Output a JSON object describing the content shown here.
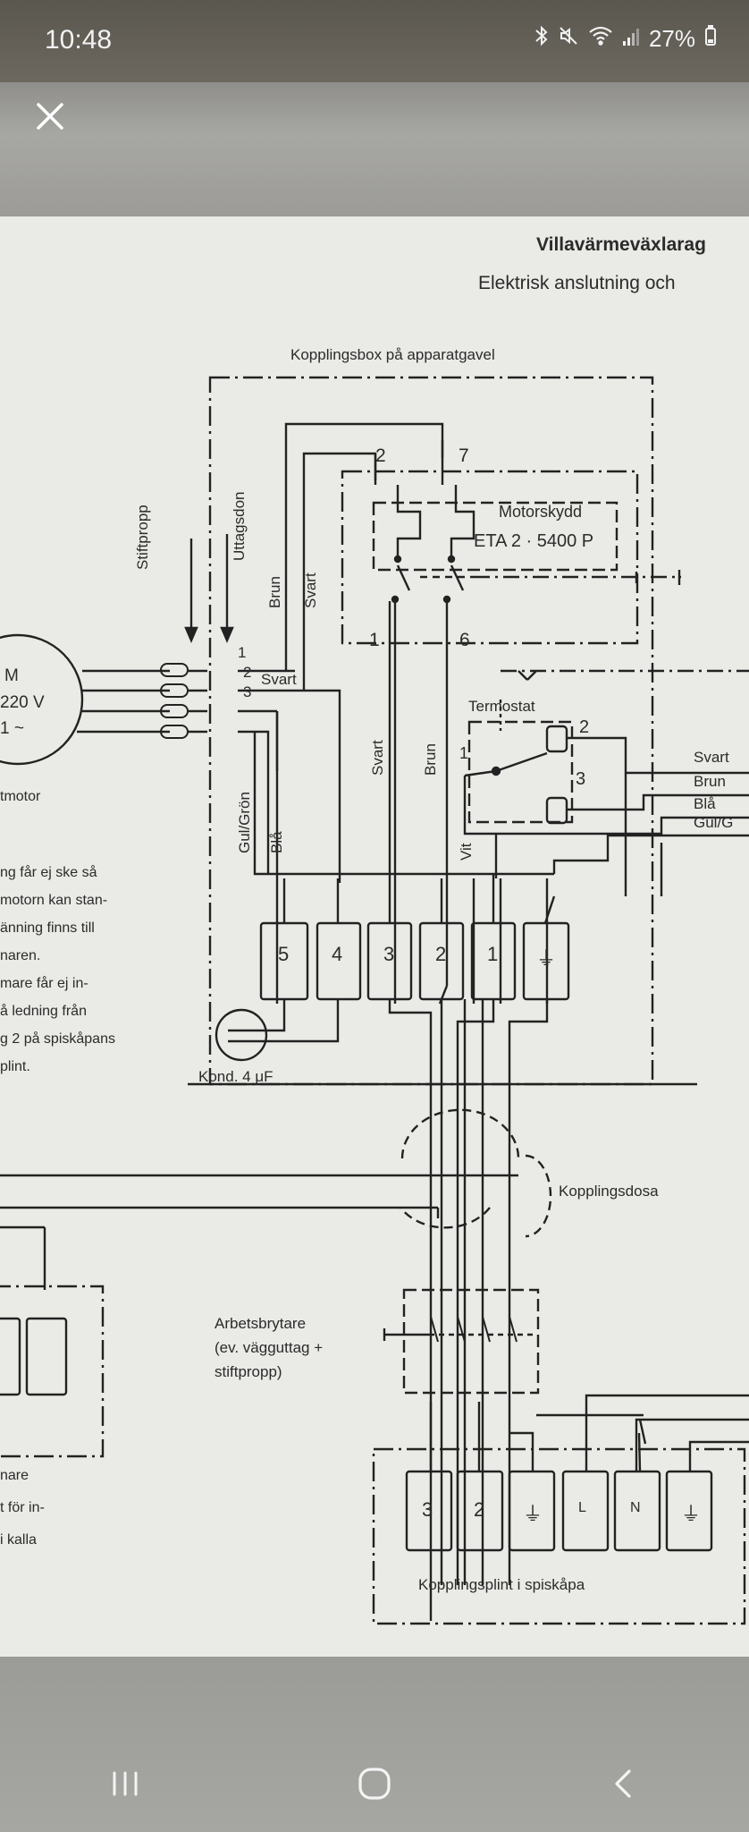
{
  "status_bar": {
    "time": "10:48",
    "battery": "27%",
    "icons": [
      "bluetooth-icon",
      "mute-icon",
      "wifi-icon",
      "signal-icon",
      "battery-icon"
    ]
  },
  "viewer": {
    "close_glyph": "✕"
  },
  "document": {
    "title": "Villavärmeväxlarag",
    "subtitle": "Elektrisk anslutning och",
    "junction_box_title": "Kopplingsbox på apparatgavel",
    "motor_protection": "Motorskydd",
    "motor_protection_model": "ETA 2 · 5400 P",
    "thermostat": "Termostat",
    "stiftpropp": "Stiftpropp",
    "uttagsdon": "Uttagsdon",
    "capacitor": "Kond. 4 μF",
    "junction_dosa": "Kopplingsdosa",
    "work_switch_lines": [
      "Arbetsbrytare",
      "(ev. vägguttag +",
      "stiftpropp)"
    ],
    "terminal_block_label": "Kopplingsplint i spiskåpa",
    "motor_lines": [
      "M",
      "220 V",
      "1 ~"
    ],
    "motor_name": "tmotor",
    "wire_colors": {
      "svart": "Svart",
      "brun": "Brun",
      "bla": "Blå",
      "gulgron": "Gul/Grön",
      "vit": "Vit",
      "gulgron_short": "Gul/G"
    },
    "switch_numbers": {
      "t2": "2",
      "t7": "7",
      "t1": "1",
      "t6": "6"
    },
    "plug_numbers": [
      "1",
      "2",
      "3"
    ],
    "thermo_numbers": {
      "in": "1",
      "out2": "2",
      "out3": "3"
    },
    "box_terminals": [
      "5",
      "4",
      "3",
      "2",
      "1",
      "⏚"
    ],
    "plint_terminals": [
      "3",
      "2",
      "⏚",
      "L",
      "N",
      "⏚"
    ],
    "note_left": [
      "ng får ej ske så",
      "motorn kan stan-",
      "änning finns till",
      "naren.",
      "mare får ej in-",
      "å ledning från",
      "g 2 på spiskåpans",
      "plint."
    ],
    "note_bottom": [
      "nare",
      "t för in-",
      "i kalla"
    ]
  },
  "nav": {
    "recents": "recents-icon",
    "home": "home-icon",
    "back": "back-icon"
  }
}
